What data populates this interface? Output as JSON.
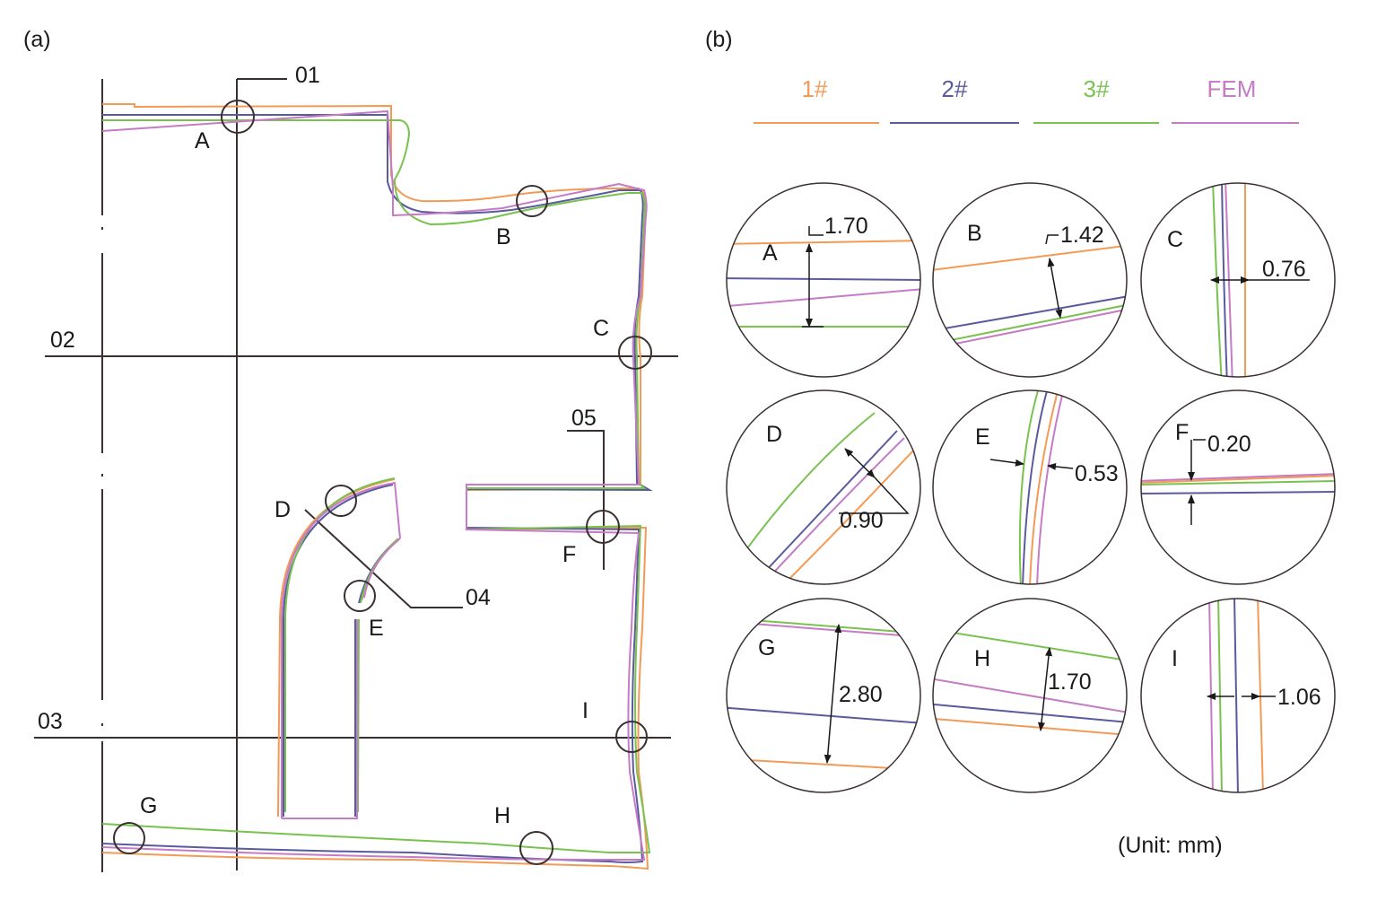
{
  "panel_a": {
    "label": "(a)",
    "section_labels": {
      "s01": "01",
      "s02": "02",
      "s03": "03",
      "s04": "04",
      "s05": "05"
    },
    "points": {
      "A": "A",
      "B": "B",
      "C": "C",
      "D": "D",
      "E": "E",
      "F": "F",
      "G": "G",
      "H": "H",
      "I": "I"
    }
  },
  "panel_b": {
    "label": "(b)",
    "legend": [
      {
        "name": "1#",
        "color": "#f39a55"
      },
      {
        "name": "2#",
        "color": "#5a5a9e"
      },
      {
        "name": "3#",
        "color": "#79c24f"
      },
      {
        "name": "FEM",
        "color": "#c57bc5"
      }
    ],
    "details": [
      {
        "point": "A",
        "value": "1.70"
      },
      {
        "point": "B",
        "value": "1.42"
      },
      {
        "point": "C",
        "value": "0.76"
      },
      {
        "point": "D",
        "value": "0.90"
      },
      {
        "point": "E",
        "value": "0.53"
      },
      {
        "point": "F",
        "value": "0.20"
      },
      {
        "point": "G",
        "value": "2.80"
      },
      {
        "point": "H",
        "value": "1.70"
      },
      {
        "point": "I",
        "value": "1.06"
      }
    ],
    "unit": "(Unit: mm)"
  },
  "colors": {
    "series1": "#f39a55",
    "series2": "#5a5a9e",
    "series3": "#79c24f",
    "fem": "#c57bc5",
    "line": "#3a3030"
  }
}
